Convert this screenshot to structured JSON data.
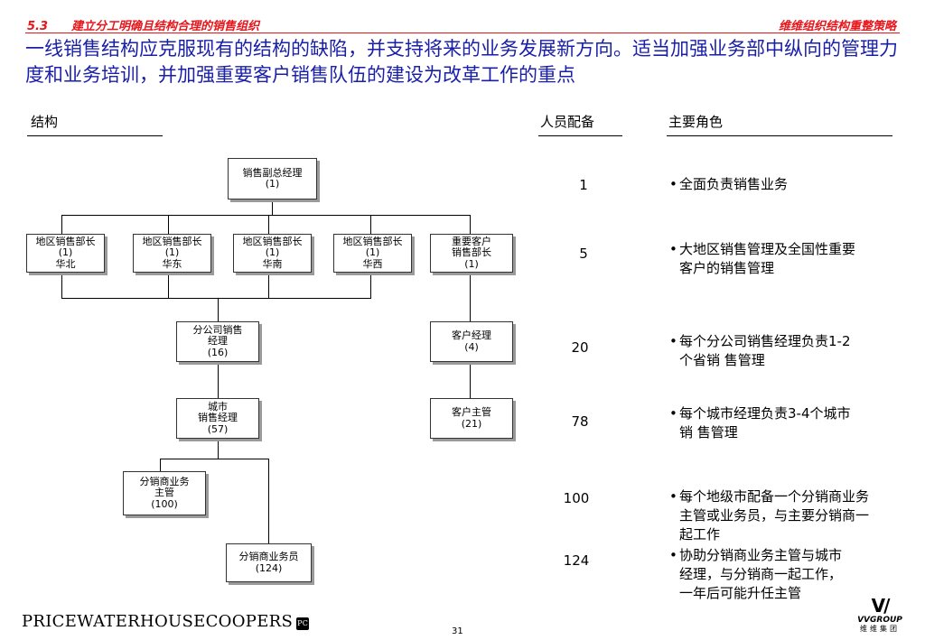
{
  "header": {
    "section_number": "5.3",
    "section_title": "建立分工明确且结构合理的销售组织",
    "right_title": "维维组织结构重整策略"
  },
  "headline": "一线销售结构应克服现有的结构的缺陷，并支持将来的业务发展新方向。适当加强业务部中纵向的管理力度和业务培训，并加强重要客户销售队伍的建设为改革工作的重点",
  "columns": {
    "structure": "结构",
    "staffing": "人员配备",
    "roles": "主要角色"
  },
  "org": {
    "vp": [
      "销售副总经理",
      "(1)"
    ],
    "region_north": [
      "地区销售部长",
      "(1)",
      "华北"
    ],
    "region_east": [
      "地区销售部长",
      "(1)",
      "华东"
    ],
    "region_south": [
      "地区销售部长",
      "(1)",
      "华南"
    ],
    "region_west": [
      "地区销售部长",
      "(1)",
      "华西"
    ],
    "key_account_head": [
      "重要客户",
      "销售部长",
      "(1)"
    ],
    "branch_manager": [
      "分公司销售",
      "经理",
      "(16)"
    ],
    "account_manager": [
      "客户经理",
      "(4)"
    ],
    "city_manager": [
      "城市",
      "销售经理",
      "(57)"
    ],
    "account_supervisor": [
      "客户主管",
      "(21)"
    ],
    "distributor_supervisor": [
      "分销商业务",
      "主管",
      "(100)"
    ],
    "distributor_rep": [
      "分销商业务员",
      "(124)"
    ]
  },
  "rows": [
    {
      "count": "1",
      "role": [
        "全面负责销售业务"
      ]
    },
    {
      "count": "5",
      "role": [
        "大地区销售管理及全国性重要",
        "客户的销售管理"
      ]
    },
    {
      "count": "20",
      "role": [
        "每个分公司销售经理负责1-2",
        "个省销  售管理"
      ]
    },
    {
      "count": "78",
      "role": [
        "每个城市经理负责3-4个城市",
        "销  售管理"
      ]
    },
    {
      "count": "100",
      "role": [
        "每个地级市配备一个分销商业务",
        "主管或业务员，与主要分销商一",
        "起工作"
      ]
    },
    {
      "count": "124",
      "role": [
        "协助分销商业务主管与城市",
        "经理，与分销商一起工作，",
        "一年后可能升任主管"
      ]
    }
  ],
  "footer": {
    "logo_text": "PRICEWATERHOUSECOOPERS",
    "page_number": "31",
    "group_logo": "VVGROUP",
    "group_name_cn": "维维集团"
  }
}
